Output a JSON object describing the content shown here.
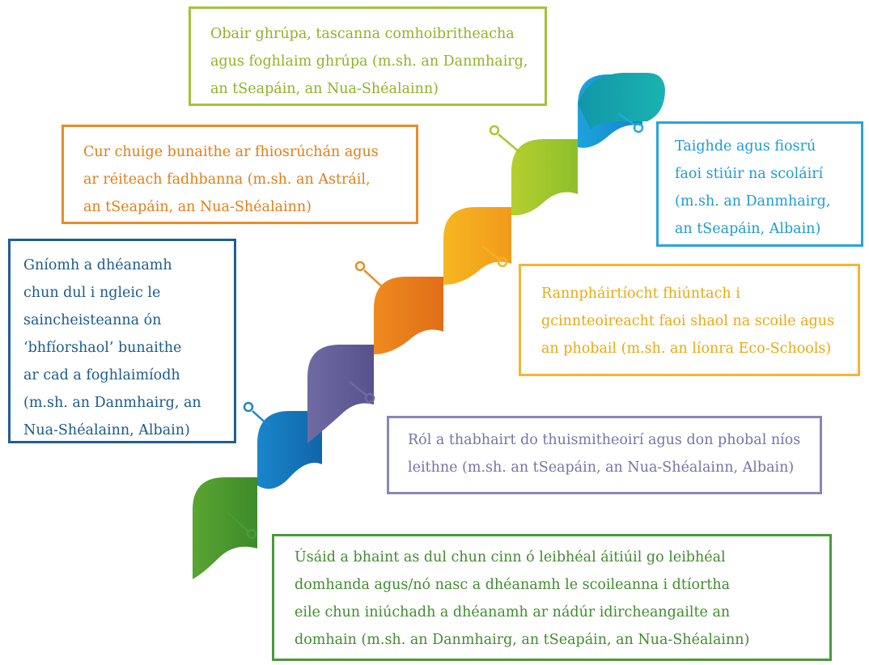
{
  "colors": {
    "green": "#5aa02c",
    "dark_blue": "#1c5f8f",
    "mid_blue": "#1a82c8",
    "purple": "#6e6aa0",
    "orange": "#ea8a23",
    "amber": "#f5b225",
    "lime": "#a8c832",
    "sky_blue": "#22a9e1",
    "teal": "#12a8a8"
  },
  "boxes": {
    "group_work": {
      "color": "#a3c43a",
      "text_color": "#8fb325",
      "lines": [
        "Obair ghrúpa, tascanna comhoibritheacha",
        "agus foghlaim ghrúpa (m.sh. an Danmhairg,",
        "an tSeapáin, an Nua-Shéalainn)"
      ]
    },
    "inquiry": {
      "color": "#e98c2a",
      "text_color": "#e07f19",
      "lines": [
        "Cur chuige bunaithe ar fhiosrúchán agus",
        "ar réiteach fadhbanna (m.sh. an Astráil,",
        "an tSeapáin, an Nua-Shéalainn)"
      ]
    },
    "research": {
      "color": "#2aa4dc",
      "text_color": "#1f9bd4",
      "lines": [
        "Taighde agus fiosrú",
        "faoi stiúir na scoláirí",
        "(m.sh. an Danmhairg,",
        "an tSeapáin, Albain)"
      ]
    },
    "action": {
      "color": "#1f5f93",
      "text_color": "#1c5a8c",
      "lines": [
        "Gníomh a dhéanamh",
        "chun dul i ngleic le",
        "saincheisteanna ón",
        "‘bhfíorshaol’ bunaithe",
        "ar cad a foghlaimíodh",
        "(m.sh. an Danmhairg, an",
        "Nua-Shéalainn, Albain)"
      ]
    },
    "participation": {
      "color": "#f3b630",
      "text_color": "#eaa912",
      "lines": [
        "Rannpháirtíocht fhiúntach i",
        "gcinnteoireacht faoi shaol na scoile agus",
        "an phobail (m.sh. an líonra Eco-Schools)"
      ]
    },
    "parents": {
      "color": "#8a86b6",
      "text_color": "#7773a8",
      "lines": [
        "Ról a thabhairt do thuismitheoirí agus don phobal níos",
        "leithne (m.sh. an tSeapáin, an Nua-Shéalainn, Albain)"
      ]
    },
    "global": {
      "color": "#4a9a3a",
      "text_color": "#3f8c2e",
      "lines": [
        "Úsáid a bhaint as dul chun cinn ó leibhéal áitiúil go leibhéal",
        "domhanda agus/nó nasc a dhéanamh le scoileanna i dtíortha",
        "eile chun iniúchadh a dhéanamh ar nádúr idircheangailte an",
        "domhain (m.sh. an Danmhairg, an tSeapáin, an Nua-Shéalainn)"
      ]
    }
  }
}
